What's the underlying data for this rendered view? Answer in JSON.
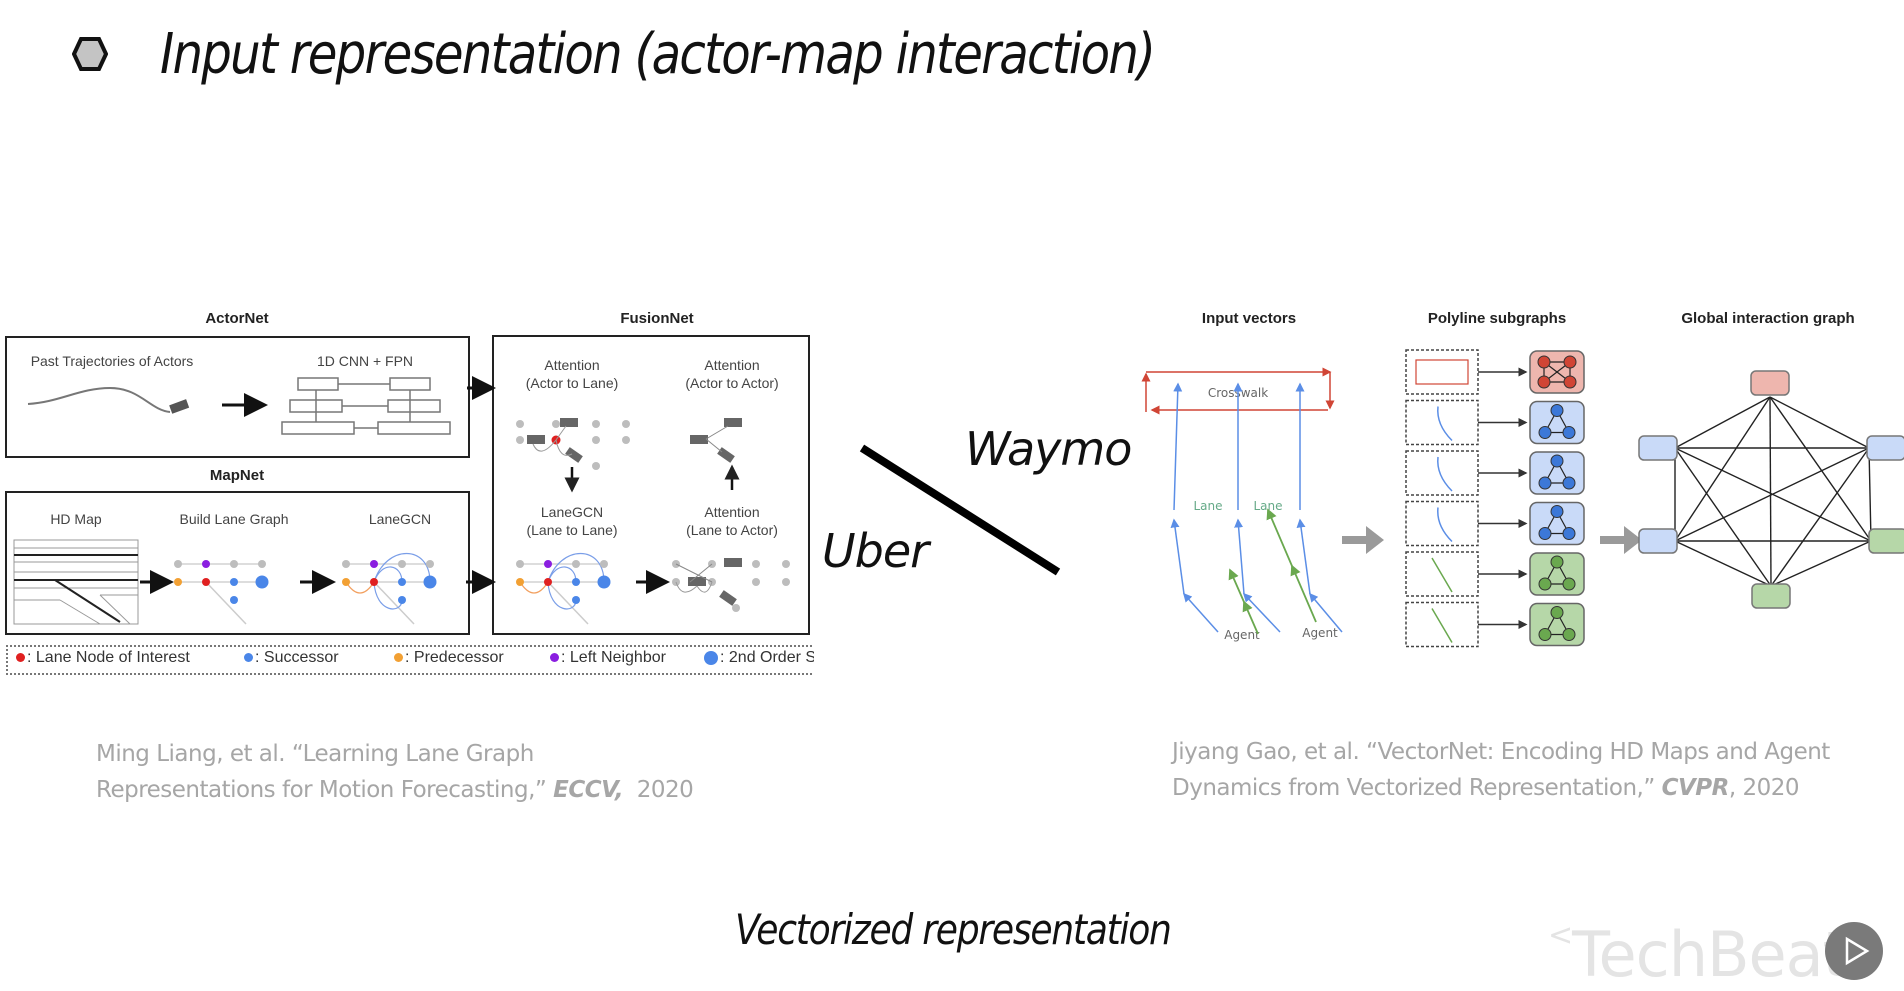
{
  "slide": {
    "title": "Input representation (actor-map interaction)",
    "bullet_icon": "hexagon-bullet-icon",
    "caption": "Vectorized representation",
    "watermark": "TechBeat",
    "play_icon": "play-icon"
  },
  "divider": {
    "left_label": "Uber",
    "right_label": "Waymo"
  },
  "lanegcn_figure": {
    "actornet": {
      "title": "ActorNet",
      "input_label": "Past Trajectories of Actors",
      "encoder_label": "1D CNN + FPN"
    },
    "mapnet": {
      "title": "MapNet",
      "steps": [
        "HD Map",
        "Build Lane Graph",
        "LaneGCN"
      ]
    },
    "fusionnet": {
      "title": "FusionNet",
      "blocks": [
        {
          "line1": "Attention",
          "line2": "(Actor to Lane)"
        },
        {
          "line1": "Attention",
          "line2": "(Actor to Actor)"
        },
        {
          "line1": "LaneGCN",
          "line2": "(Lane to Lane)"
        },
        {
          "line1": "Attention",
          "line2": "(Lane to Actor)"
        }
      ]
    },
    "legend": [
      {
        "label": ": Lane Node of Interest",
        "color": "#e02020"
      },
      {
        "label": ": Successor",
        "color": "#4a86e8"
      },
      {
        "label": ": Predecessor",
        "color": "#f2a033"
      },
      {
        "label": ": Left Neighbor",
        "color": "#8a1ee0"
      },
      {
        "label": ": 2nd Order S",
        "color": "#4a86e8"
      }
    ],
    "citation": {
      "line1": "Ming Liang, et al. “Learning Lane Graph",
      "line2_prefix": "Representations for Motion Forecasting,”",
      "venue": "ECCV,",
      "year": "2020"
    }
  },
  "vectornet_figure": {
    "sections": [
      "Input vectors",
      "Polyline subgraphs",
      "Global interaction graph"
    ],
    "input_labels": {
      "crosswalk": "Crosswalk",
      "lane": "Lane",
      "agent": "Agent"
    },
    "colors": {
      "map_red": "#d04535",
      "lane_blue": "#5b8ee6",
      "agent_green": "#6aa84f",
      "red_fill": "#eeb6ae",
      "blue_fill": "#c9daf8",
      "green_fill": "#b6d7a8"
    },
    "subgraph_kinds": [
      "crosswalk",
      "lane",
      "lane",
      "lane",
      "agent",
      "agent"
    ],
    "global_nodes": [
      "crosswalk",
      "lane",
      "lane",
      "lane",
      "agent",
      "agent"
    ],
    "citation": {
      "line1": "Jiyang Gao, et al. “VectorNet: Encoding HD Maps and Agent",
      "line2_prefix": "Dynamics from Vectorized Representation,”",
      "venue": "CVPR",
      "year": ", 2020"
    }
  }
}
